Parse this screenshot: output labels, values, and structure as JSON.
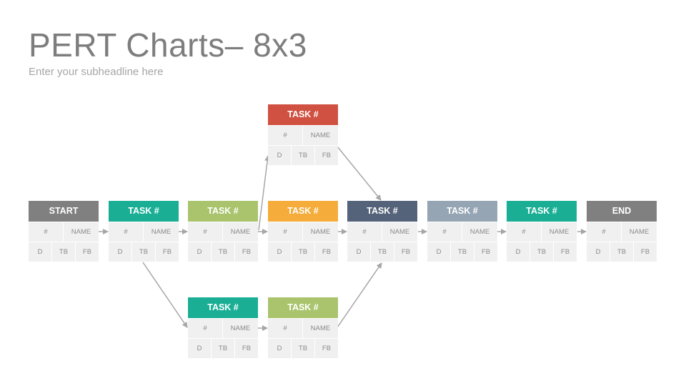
{
  "title": "PERT Charts– 8x3",
  "subtitle": "Enter your subheadline here",
  "colors": {
    "gray": "#808080",
    "teal": "#1aaf95",
    "olive": "#a9c46c",
    "orange": "#f5ac3a",
    "red": "#d05141",
    "slate": "#54637a",
    "steel": "#95a5b4",
    "cell": "#f0f0f0",
    "arrow": "#a6a6a6"
  },
  "nodes": [
    {
      "id": "start",
      "head": "START",
      "color": "#808080",
      "num": "#",
      "name": "NAME",
      "d": "D",
      "tb": "TB",
      "fb": "FB"
    },
    {
      "id": "t1",
      "head": "TASK #",
      "color": "#1aaf95",
      "num": "#",
      "name": "NAME",
      "d": "D",
      "tb": "TB",
      "fb": "FB"
    },
    {
      "id": "t2",
      "head": "TASK #",
      "color": "#a9c46c",
      "num": "#",
      "name": "NAME",
      "d": "D",
      "tb": "TB",
      "fb": "FB"
    },
    {
      "id": "t3",
      "head": "TASK #",
      "color": "#f5ac3a",
      "num": "#",
      "name": "NAME",
      "d": "D",
      "tb": "TB",
      "fb": "FB"
    },
    {
      "id": "t4",
      "head": "TASK #",
      "color": "#54637a",
      "num": "#",
      "name": "NAME",
      "d": "D",
      "tb": "TB",
      "fb": "FB"
    },
    {
      "id": "t5",
      "head": "TASK #",
      "color": "#95a5b4",
      "num": "#",
      "name": "NAME",
      "d": "D",
      "tb": "TB",
      "fb": "FB"
    },
    {
      "id": "t6",
      "head": "TASK #",
      "color": "#1aaf95",
      "num": "#",
      "name": "NAME",
      "d": "D",
      "tb": "TB",
      "fb": "FB"
    },
    {
      "id": "end",
      "head": "END",
      "color": "#808080",
      "num": "#",
      "name": "NAME",
      "d": "D",
      "tb": "TB",
      "fb": "FB"
    },
    {
      "id": "top",
      "head": "TASK #",
      "color": "#d05141",
      "num": "#",
      "name": "NAME",
      "d": "D",
      "tb": "TB",
      "fb": "FB"
    },
    {
      "id": "b1",
      "head": "TASK #",
      "color": "#1aaf95",
      "num": "#",
      "name": "NAME",
      "d": "D",
      "tb": "TB",
      "fb": "FB"
    },
    {
      "id": "b2",
      "head": "TASK #",
      "color": "#a9c46c",
      "num": "#",
      "name": "NAME",
      "d": "D",
      "tb": "TB",
      "fb": "FB"
    }
  ],
  "edges": [
    [
      "start",
      "t1"
    ],
    [
      "t1",
      "t2"
    ],
    [
      "t2",
      "t3"
    ],
    [
      "t3",
      "t4"
    ],
    [
      "t4",
      "t5"
    ],
    [
      "t5",
      "t6"
    ],
    [
      "t6",
      "end"
    ],
    [
      "t2",
      "top"
    ],
    [
      "top",
      "t4"
    ],
    [
      "t1",
      "b1"
    ],
    [
      "b1",
      "b2"
    ],
    [
      "b2",
      "t4"
    ]
  ]
}
